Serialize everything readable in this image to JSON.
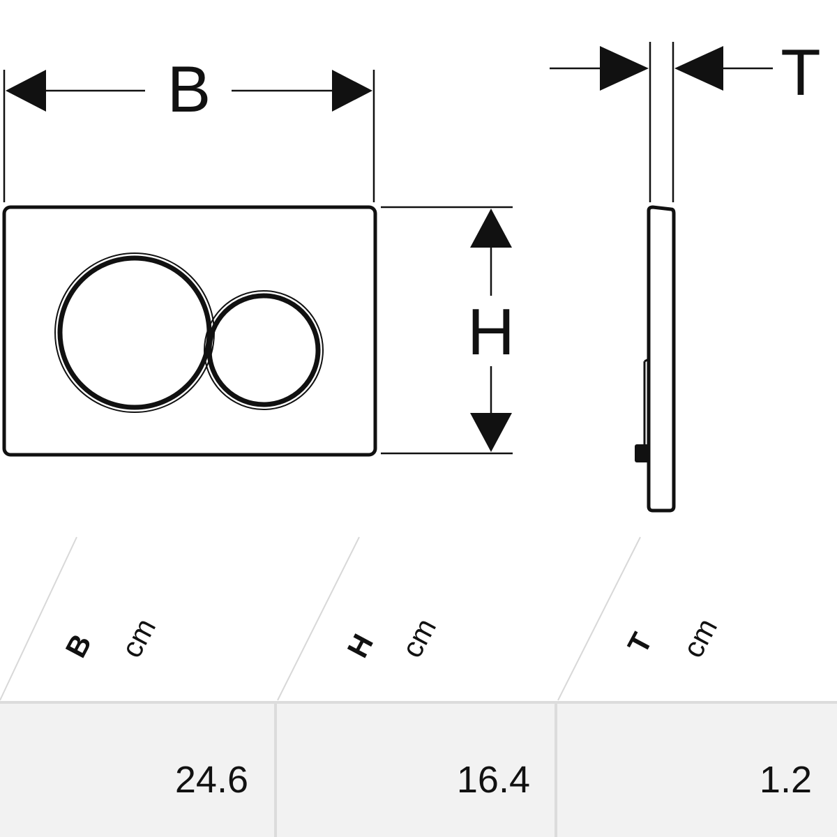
{
  "dimensions": {
    "width_label": "B",
    "height_label": "H",
    "thickness_label": "T"
  },
  "table": {
    "columns": [
      {
        "symbol": "B",
        "unit": "cm",
        "value": "24.6"
      },
      {
        "symbol": "H",
        "unit": "cm",
        "value": "16.4"
      },
      {
        "symbol": "T",
        "unit": "cm",
        "value": "1.2"
      }
    ]
  },
  "colors": {
    "line": "#111111",
    "value_row_bg": "#f2f2f2",
    "divider": "#dcdcdc"
  }
}
